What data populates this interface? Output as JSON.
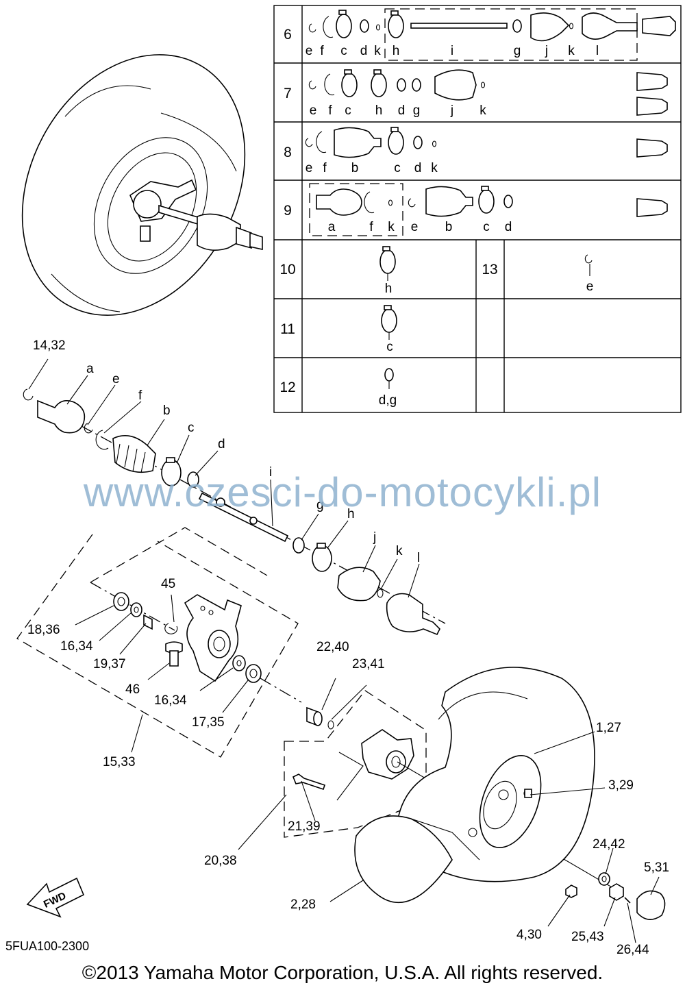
{
  "table": {
    "rows": [
      {
        "num": "6",
        "letters": [
          "e",
          "f",
          "c",
          "d",
          "k",
          "h",
          "i",
          "g",
          "j",
          "k",
          "l"
        ]
      },
      {
        "num": "7",
        "letters": [
          "e",
          "f",
          "c",
          "h",
          "d",
          "g",
          "j",
          "k"
        ]
      },
      {
        "num": "8",
        "letters": [
          "e",
          "f",
          "b",
          "c",
          "d",
          "k"
        ]
      },
      {
        "num": "9",
        "letters": [
          "a",
          "f",
          "k",
          "e",
          "b",
          "c",
          "d"
        ]
      },
      {
        "num": "10",
        "letters": [
          "h"
        ]
      },
      {
        "num": "11",
        "letters": [
          "c"
        ]
      },
      {
        "num": "12",
        "letters": [
          "d,g"
        ]
      },
      {
        "num": "13",
        "letters": [
          "e"
        ]
      }
    ]
  },
  "callouts": {
    "c14_32": "14,32",
    "a": "a",
    "e": "e",
    "f": "f",
    "b": "b",
    "c": "c",
    "d": "d",
    "i": "i",
    "g": "g",
    "h": "h",
    "j": "j",
    "k": "k",
    "l": "l",
    "c45": "45",
    "c18_36": "18,36",
    "c16_34a": "16,34",
    "c19_37": "19,37",
    "c46": "46",
    "c16_34b": "16,34",
    "c17_35": "17,35",
    "c15_33": "15,33",
    "c22_40": "22,40",
    "c23_41": "23,41",
    "c1_27": "1,27",
    "c3_29": "3,29",
    "c21_39": "21,39",
    "c20_38": "20,38",
    "c24_42": "24,42",
    "c5_31": "5,31",
    "c2_28": "2,28",
    "c4_30": "4,30",
    "c25_43": "25,43",
    "c26_44": "26,44"
  },
  "fwd_label": "FWD",
  "diagram_code": "5FUA100-2300",
  "watermark": "www.czesci-do-motocykli.pl",
  "copyright": "©2013 Yamaha Motor Corporation, U.S.A. All rights reserved."
}
